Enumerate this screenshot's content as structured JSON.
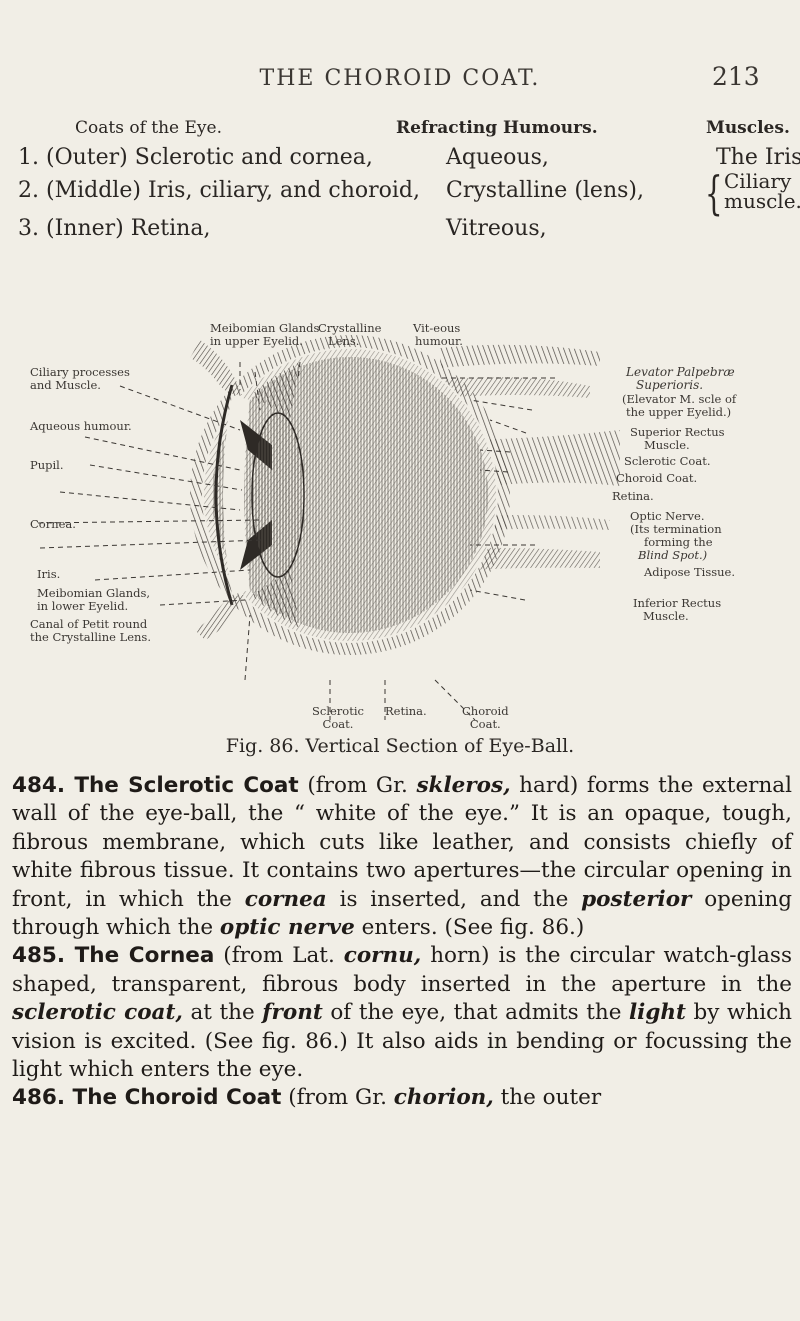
{
  "header": {
    "running_head": "THE CHOROID COAT.",
    "page_number": "213"
  },
  "table": {
    "headers": {
      "coats": "Coats of the Eye.",
      "refracting": "Refracting Humours.",
      "muscles": "Muscles."
    },
    "rows": [
      {
        "num": "1.",
        "coat": "(Outer) Sclerotic and cornea,",
        "humour": "Aqueous,",
        "muscle": "The Iris."
      },
      {
        "num": "2.",
        "coat": "(Middle) Iris, ciliary, and choroid,",
        "humour": "Crystalline (lens),",
        "muscle_lines": [
          "Ciliary",
          "muscle."
        ]
      },
      {
        "num": "3.",
        "coat": "(Inner) Retina,",
        "humour": "Vitreous,",
        "muscle": ""
      }
    ]
  },
  "figure": {
    "labels": {
      "meibomian_upper": [
        "Meibomian Glands",
        "in upper Eyelid."
      ],
      "crystalline_lens": [
        "Crystalline",
        "Lens."
      ],
      "vitreous_humour": [
        "Vit-eous",
        "humour."
      ],
      "ciliary_processes": [
        "Ciliary processes",
        "and Muscle."
      ],
      "aqueous_humour": "Aqueous humour.",
      "pupil": "Pupil.",
      "cornea": "Cornea.",
      "iris": "Iris.",
      "meibomian_lower": [
        "Meibomian Glands,",
        "in lower Eyelid."
      ],
      "canal_of_petit": [
        "Canal of Petit round",
        "the Crystalline Lens."
      ],
      "levator": [
        "Levator Palpebræ",
        "Superioris."
      ],
      "elevator": [
        "(Elevator M. scle of",
        "the upper Eyelid.)"
      ],
      "superior_rectus": [
        "Superior Rectus",
        "Muscle."
      ],
      "sclerotic_coat_right": "Sclerotic Coat.",
      "choroid_coat_right": "Choroid Coat.",
      "retina_right": "Retina.",
      "optic_nerve": [
        "Optic Nerve.",
        "(Its termination",
        "forming the",
        "Blind Spot.)"
      ],
      "adipose": "Adipose Tissue.",
      "inferior_rectus": [
        "Inferior Rectus",
        "Muscle."
      ],
      "sclerotic_coat_bottom": [
        "Sclerotic",
        "Coat."
      ],
      "retina_bottom": "Retina.",
      "choroid_coat_bottom": [
        "Choroid",
        "Coat."
      ]
    },
    "caption": "Fig. 86. Vertical Section of Eye-Ball."
  },
  "body": {
    "p484_lead": "484. The Sclerotic Coat",
    "p484_a": " (from Gr. ",
    "p484_skleros": "skleros,",
    "p484_b": " hard) forms the external wall of the eye-ball, the “ white of the eye.” It is an opaque, tough, fibrous membrane, which cuts like leather, and consists chiefly of white fibrous tissue. It contains two apertures—the circular opening in front, in which the ",
    "p484_cornea": "cornea",
    "p484_c": " is inserted, and the ",
    "p484_posterior": "posterior",
    "p484_d": " opening through which the ",
    "p484_optic": "optic nerve",
    "p484_e": " enters. (See fig. 86.)",
    "p485_lead": "485. The Cornea",
    "p485_a": " (from Lat. ",
    "p485_cornu": "cornu,",
    "p485_b": " horn) is the circular watch-glass shaped, transparent, fibrous body inserted in the aperture in the ",
    "p485_sclerotic": "sclerotic coat,",
    "p485_c": " at the ",
    "p485_front": "front",
    "p485_d": " of the eye, that admits the ",
    "p485_light": "light",
    "p485_e": " by which vision is excited. (See fig. 86.) It also aids in bending or focussing the light which enters the eye.",
    "p486_lead": "486. The Choroid Coat",
    "p486_a": " (from Gr. ",
    "p486_chorion": "chorion,",
    "p486_b": " the outer"
  }
}
